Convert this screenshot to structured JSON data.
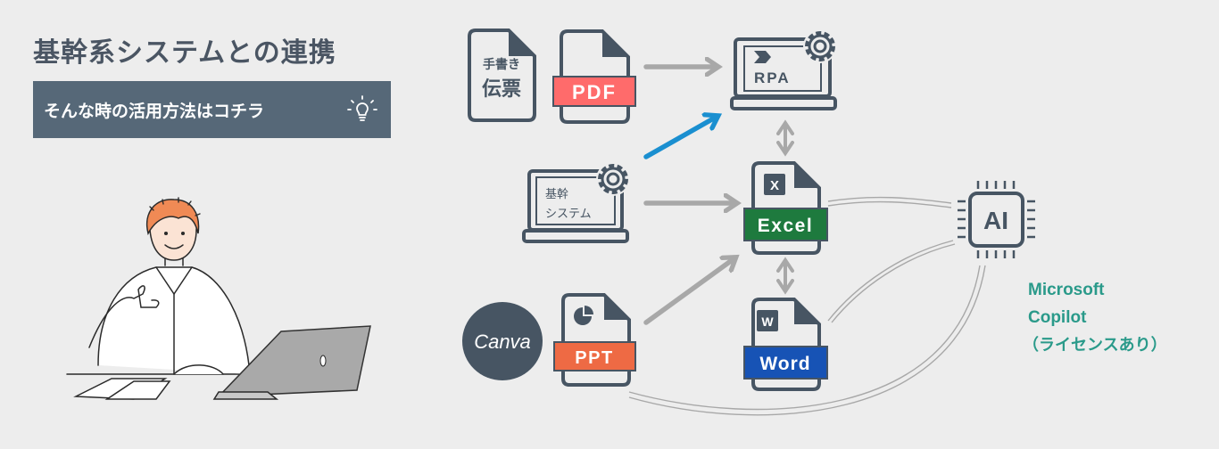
{
  "header": {
    "title": "基幹系システムとの連携",
    "banner_label": "そんな時の活用方法はコチラ"
  },
  "diagram": {
    "handwritten_slip": {
      "line1": "手書き",
      "line2": "伝票"
    },
    "pdf_label": "PDF",
    "rpa_label": "RPA",
    "core_system": {
      "line1": "基幹",
      "line2": "システム"
    },
    "excel": {
      "letter": "X",
      "label": "Excel"
    },
    "word": {
      "letter": "W",
      "label": "Word"
    },
    "canva_label": "Canva",
    "ppt_label": "PPT",
    "ai_label": "AI",
    "copilot": {
      "line1": "Microsoft",
      "line2": "Copilot",
      "line3": "（ライセンスあり）"
    }
  },
  "colors": {
    "dark": "#475563",
    "arrow_gray": "#a8a8a8",
    "arrow_blue": "#1a8fd0",
    "pdf": "#ff6b6b",
    "ppt": "#ee6a44",
    "excel": "#1e7a3e",
    "word": "#1753b5",
    "copilot": "#2a9a8a"
  }
}
